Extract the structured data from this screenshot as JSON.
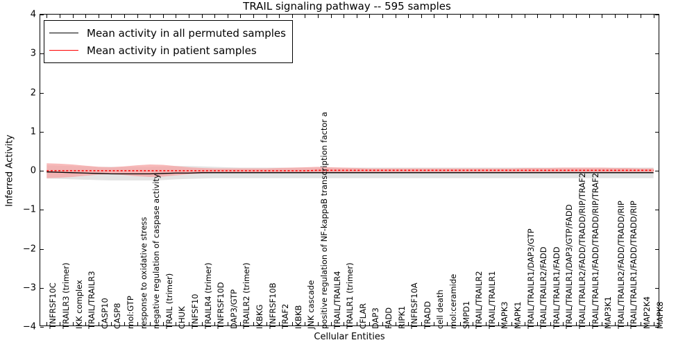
{
  "chart_data": {
    "type": "line",
    "title": "TRAIL signaling pathway -- 595 samples",
    "xlabel": "Cellular Entities",
    "ylabel": "Inferred Activity",
    "ylim": [
      -4,
      4
    ],
    "yticks": [
      4,
      3,
      2,
      1,
      0,
      -1,
      -2,
      -3,
      -4
    ],
    "ytick_labels": [
      "4",
      "3",
      "2",
      "1",
      "0",
      "−1",
      "−2",
      "−3",
      "−4"
    ],
    "grid": false,
    "legend_position": "upper left",
    "legend": [
      {
        "label": "Mean activity in all permuted samples",
        "color": "#000000",
        "style": "solid"
      },
      {
        "label": "Mean activity in patient samples",
        "color": "#ff0000",
        "style": "dotted"
      }
    ],
    "categories": [
      "TNFRSF10C",
      "TRAILR3 (trimer)",
      "IKK complex",
      "TRAIL/TRAILR3",
      "CASP10",
      "CASP8",
      "mol:GTP",
      "response to oxidative stress",
      "negative regulation of caspase activity",
      "TRAIL (trimer)",
      "CHUK",
      "TNFSF10",
      "TRAILR4 (trimer)",
      "TNFRSF10D",
      "DAP3/GTP",
      "TRAILR2 (trimer)",
      "IKBKG",
      "TNFRSF10B",
      "TRAF2",
      "IKBKB",
      "JNK cascade",
      "positive regulation of NF-kappaB transcription factor a",
      "TRAIL/TRAILR4",
      "TRAILR1 (trimer)",
      "CFLAR",
      "DAP3",
      "FADD",
      "RIPK1",
      "TNFRSF10A",
      "TRADD",
      "cell death",
      "mol:ceramide",
      "SMPD1",
      "TRAIL/TRAILR2",
      "TRAIL/TRAILR1",
      "MAPK3",
      "MAPK1",
      "TRAIL/TRAILR1/DAP3/GTP",
      "TRAIL/TRAILR2/FADD",
      "TRAIL/TRAILR1/FADD",
      "TRAIL/TRAILR1/DAP3/GTP/FADD",
      "TRAIL/TRAILR2/FADD/TRADD/RIP/TRAF2",
      "TRAIL/TRAILR1/FADD/TRADD/RIP/TRAF2",
      "MAP3K1",
      "TRAIL/TRAILR2/FADD/TRADD/RIP",
      "TRAIL/TRAILR1/FADD/TRADD/RIP",
      "MAP2K4",
      "MAPK8"
    ],
    "series": [
      {
        "name": "Mean activity in all permuted samples",
        "color": "#000000",
        "style": "solid",
        "values": [
          -0.03,
          -0.04,
          -0.05,
          -0.06,
          -0.07,
          -0.08,
          -0.08,
          -0.08,
          -0.08,
          -0.07,
          -0.06,
          -0.06,
          -0.05,
          -0.05,
          -0.05,
          -0.05,
          -0.05,
          -0.05,
          -0.05,
          -0.05,
          -0.05,
          -0.05,
          -0.05,
          -0.05,
          -0.05,
          -0.05,
          -0.05,
          -0.05,
          -0.05,
          -0.05,
          -0.05,
          -0.05,
          -0.05,
          -0.05,
          -0.05,
          -0.05,
          -0.05,
          -0.05,
          -0.05,
          -0.05,
          -0.05,
          -0.05,
          -0.05,
          -0.05,
          -0.05,
          -0.05,
          -0.05,
          -0.05
        ],
        "band_upper": [
          0.14,
          0.13,
          0.12,
          0.11,
          0.1,
          0.1,
          0.1,
          0.1,
          0.1,
          0.11,
          0.12,
          0.12,
          0.11,
          0.1,
          0.09,
          0.08,
          0.08,
          0.08,
          0.08,
          0.08,
          0.08,
          0.08,
          0.08,
          0.08,
          0.08,
          0.08,
          0.08,
          0.08,
          0.08,
          0.08,
          0.08,
          0.08,
          0.08,
          0.08,
          0.08,
          0.08,
          0.08,
          0.08,
          0.08,
          0.08,
          0.08,
          0.08,
          0.08,
          0.08,
          0.08,
          0.08,
          0.08,
          0.08
        ],
        "band_lower": [
          -0.2,
          -0.21,
          -0.22,
          -0.23,
          -0.24,
          -0.25,
          -0.25,
          -0.25,
          -0.25,
          -0.24,
          -0.22,
          -0.21,
          -0.2,
          -0.19,
          -0.19,
          -0.19,
          -0.19,
          -0.19,
          -0.19,
          -0.19,
          -0.19,
          -0.19,
          -0.19,
          -0.19,
          -0.19,
          -0.19,
          -0.19,
          -0.19,
          -0.19,
          -0.19,
          -0.19,
          -0.19,
          -0.19,
          -0.19,
          -0.19,
          -0.19,
          -0.19,
          -0.19,
          -0.19,
          -0.19,
          -0.19,
          -0.19,
          -0.19,
          -0.19,
          -0.19,
          -0.19,
          -0.19,
          -0.19
        ],
        "band_color": "#d9d9d9"
      },
      {
        "name": "Mean activity in patient samples",
        "color": "#ff0000",
        "style": "dotted",
        "values": [
          0.0,
          0.0,
          0.0,
          0.0,
          0.0,
          0.0,
          0.0,
          0.0,
          0.0,
          0.0,
          0.0,
          0.0,
          0.0,
          0.0,
          0.0,
          0.0,
          0.0,
          0.0,
          0.0,
          0.0,
          0.0,
          0.01,
          0.01,
          0.01,
          0.01,
          0.01,
          0.01,
          0.01,
          0.01,
          0.01,
          0.01,
          0.01,
          0.01,
          0.01,
          0.01,
          0.01,
          0.01,
          0.01,
          0.01,
          0.01,
          0.01,
          0.01,
          0.01,
          0.01,
          0.01,
          0.01,
          0.01,
          0.01
        ],
        "band_upper": [
          0.19,
          0.18,
          0.16,
          0.13,
          0.1,
          0.09,
          0.11,
          0.14,
          0.16,
          0.15,
          0.12,
          0.09,
          0.07,
          0.06,
          0.06,
          0.06,
          0.06,
          0.06,
          0.07,
          0.08,
          0.09,
          0.1,
          0.09,
          0.08,
          0.07,
          0.06,
          0.06,
          0.06,
          0.06,
          0.06,
          0.06,
          0.06,
          0.06,
          0.06,
          0.06,
          0.06,
          0.06,
          0.07,
          0.07,
          0.07,
          0.08,
          0.08,
          0.08,
          0.08,
          0.07,
          0.07,
          0.06,
          0.06
        ],
        "band_lower": [
          -0.19,
          -0.18,
          -0.16,
          -0.13,
          -0.1,
          -0.09,
          -0.11,
          -0.14,
          -0.16,
          -0.15,
          -0.12,
          -0.09,
          -0.07,
          -0.06,
          -0.05,
          -0.05,
          -0.05,
          -0.05,
          -0.05,
          -0.05,
          -0.05,
          -0.05,
          -0.05,
          -0.05,
          -0.04,
          -0.04,
          -0.04,
          -0.04,
          -0.04,
          -0.04,
          -0.04,
          -0.04,
          -0.04,
          -0.04,
          -0.04,
          -0.04,
          -0.04,
          -0.04,
          -0.04,
          -0.04,
          -0.04,
          -0.04,
          -0.04,
          -0.04,
          -0.04,
          -0.04,
          -0.04,
          -0.04
        ],
        "band_color": "#f5a3a3"
      }
    ]
  }
}
